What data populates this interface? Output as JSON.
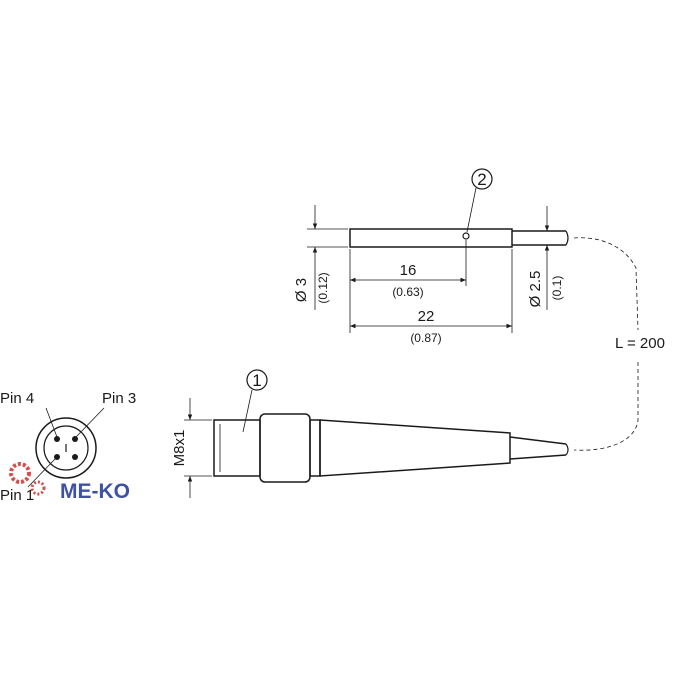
{
  "callouts": {
    "item1": "1",
    "item2": "2"
  },
  "pins": {
    "pin4": "Pin 4",
    "pin3": "Pin 3",
    "pin1": "Pin 1"
  },
  "dimensions": {
    "diameter_main": "Ø 3",
    "diameter_main_inch": "(0.12)",
    "length_16": "16",
    "length_16_inch": "(0.63)",
    "length_22": "22",
    "length_22_inch": "(0.87)",
    "diameter_cable": "Ø 2.5",
    "diameter_cable_inch": "(0.1)",
    "cable_length": "L = 200",
    "thread": "M8x1"
  },
  "watermark": {
    "text": "ME-KO"
  },
  "colors": {
    "line": "#1a1a1a",
    "watermark_blue": "#2a3f9a",
    "watermark_red": "#d23a3a"
  }
}
